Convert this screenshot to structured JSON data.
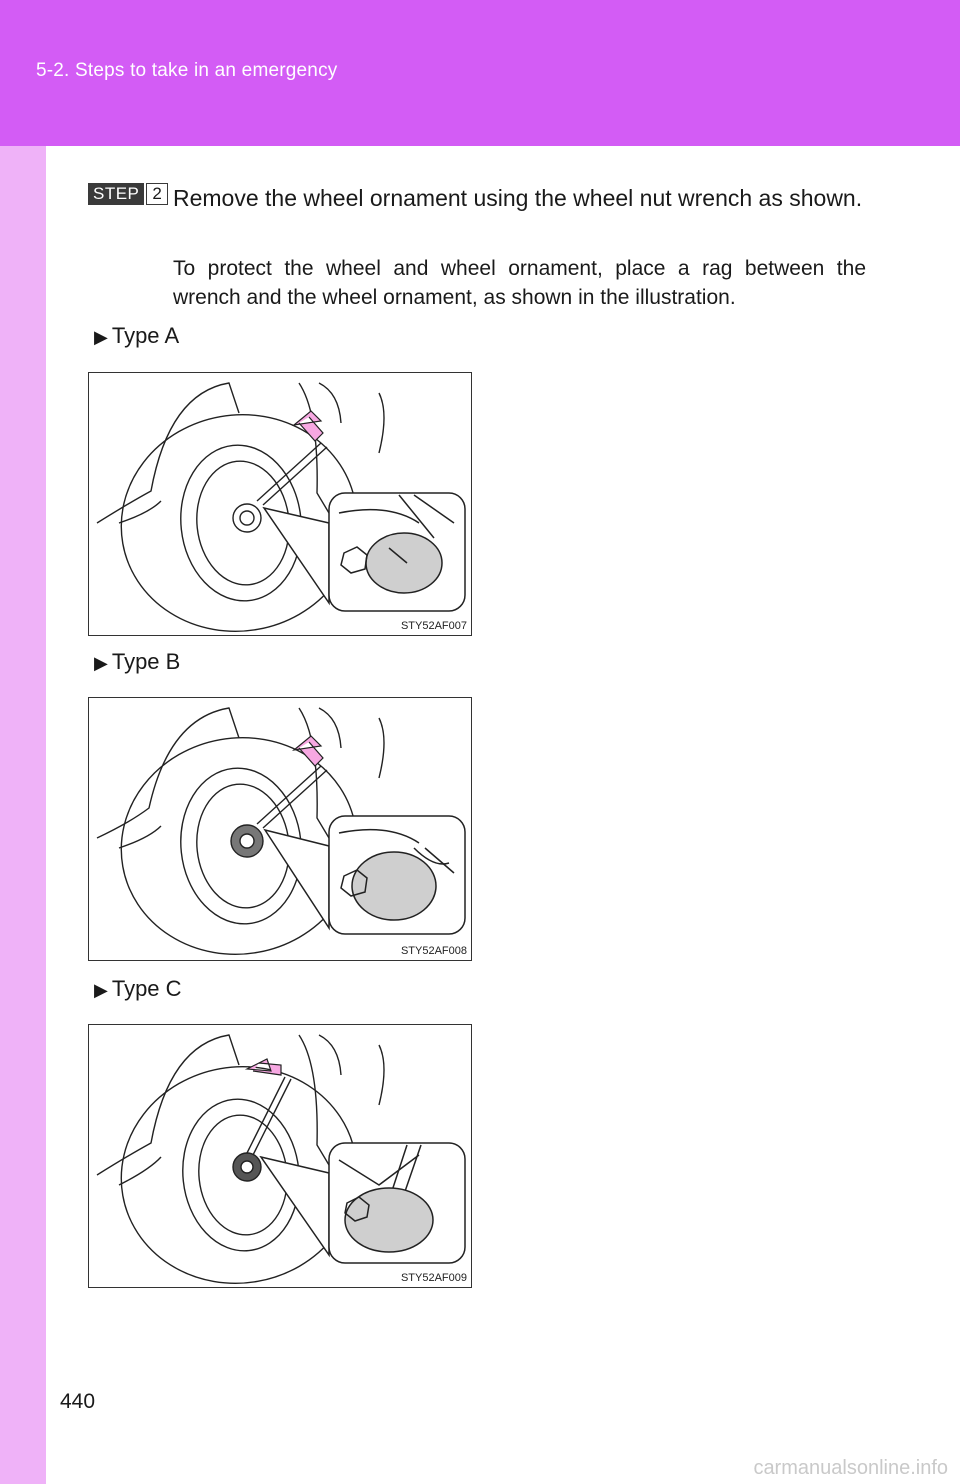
{
  "header": {
    "section": "5-2. Steps to take in an emergency"
  },
  "step": {
    "word": "STEP",
    "number": "2",
    "text": "Remove the wheel ornament using the wheel nut wrench as shown.",
    "note": "To protect the wheel and wheel ornament, place a rag between the wrench and the wheel ornament, as shown in the illustration."
  },
  "figures": [
    {
      "label": "Type A",
      "code": "STY52AF007"
    },
    {
      "label": "Type B",
      "code": "STY52AF008"
    },
    {
      "label": "Type C",
      "code": "STY52AF009"
    }
  ],
  "colors": {
    "header": "#d35cf5",
    "sidebar": "#efb2f8",
    "arrow": "#f7a8e2"
  },
  "page_number": "440",
  "watermark": "carmanualsonline.info"
}
